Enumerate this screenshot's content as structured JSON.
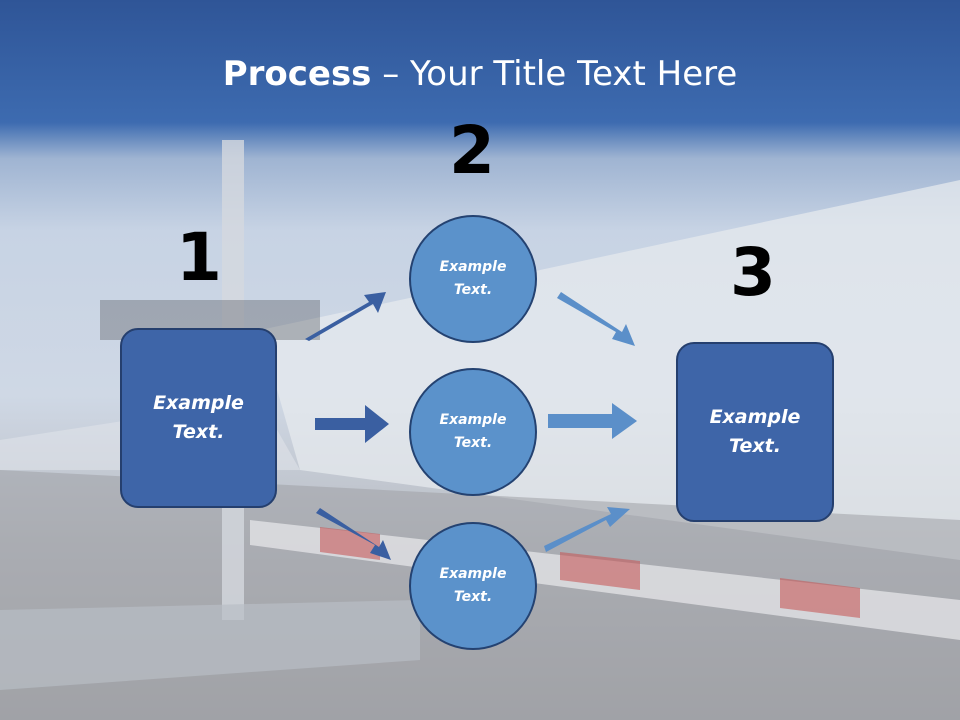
{
  "title": {
    "bold": "Process",
    "rest": " – Your Title Text Here"
  },
  "steps": {
    "num1": "1",
    "num2": "2",
    "num3": "3"
  },
  "left_box": {
    "text": "Example Text."
  },
  "circles": [
    {
      "text": "Example Text."
    },
    {
      "text": "Example Text."
    },
    {
      "text": "Example Text."
    }
  ],
  "right_box": {
    "text": "Example Text."
  },
  "colors": {
    "header": "#2f5597",
    "box_fill": "#3e65a8",
    "circle_fill": "#5b92cb",
    "arrow_dark": "#3a5fa1",
    "arrow_light": "#5b8fc9"
  }
}
